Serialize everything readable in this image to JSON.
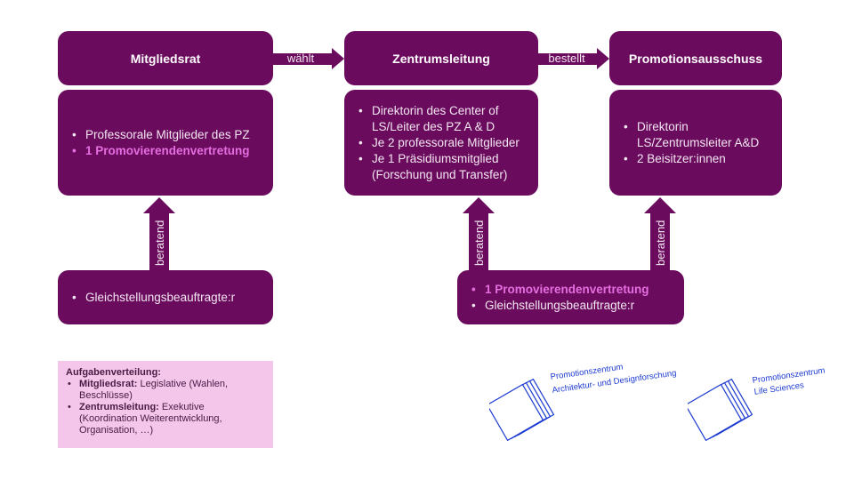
{
  "boxes": {
    "mitgliedsrat": {
      "title": "Mitgliedsrat",
      "items": [
        "Professorale Mitglieder des PZ",
        "1 Promovierendenvertretung"
      ]
    },
    "zentrumsleitung": {
      "title": "Zentrumsleitung",
      "items": [
        "Direktorin des Center of LS/Leiter des PZ A & D",
        "Je 2 professorale Mitglieder",
        "Je 1 Präsidiumsmitglied (Forschung und Transfer)"
      ]
    },
    "promotionsausschuss": {
      "title": "Promotionsausschuss",
      "items": [
        "Direktorin LS/Zentrumsleiter A&D",
        "2 Beisitzer:innen"
      ]
    },
    "bottom_left": {
      "items": [
        "Gleichstellungsbeauftragte:r"
      ]
    },
    "bottom_right": {
      "items": [
        "1 Promovierendenvertretung",
        "Gleichstellungsbeauftragte:r"
      ]
    }
  },
  "arrows": {
    "waehlt": "wählt",
    "bestellt": "bestellt",
    "beratend_left": "beratend",
    "beratend_mid": "beratend",
    "beratend_right": "beratend"
  },
  "note": {
    "heading": "Aufgabenverteilung:",
    "items": [
      {
        "label": "Mitgliedsrat:",
        "text": " Legislative (Wahlen, Beschlüsse)"
      },
      {
        "label": "Zentrumsleitung:",
        "text": " Exekutive (Koordination Weiterentwicklung, Organisation, …)"
      }
    ]
  },
  "logos": [
    {
      "line1": "Promotionszentrum",
      "line2": "Architektur- und Designforschung"
    },
    {
      "line1": "Promotionszentrum",
      "line2": "Life Sciences"
    }
  ],
  "colors": {
    "box": "#6b0b5e",
    "highlight": "#e46ee0",
    "note_bg": "#f4c6ea",
    "logo": "#1c3ad0"
  }
}
